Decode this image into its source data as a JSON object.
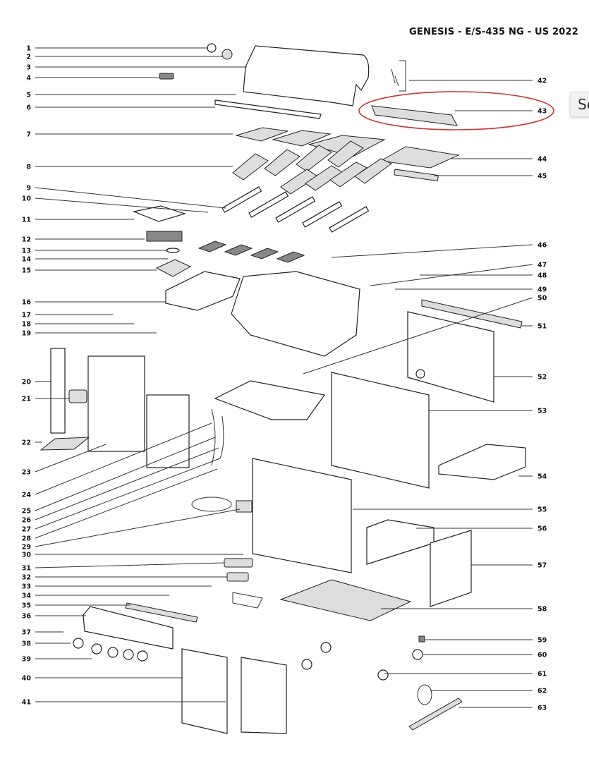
{
  "title": "GENESIS - E/S-435 NG - US 2022",
  "side_button_label": "Sc",
  "highlight_color": "#c8372d",
  "highlighted_part": "43",
  "left_labels": [
    "1",
    "2",
    "3",
    "4",
    "5",
    "6",
    "7",
    "8",
    "9",
    "10",
    "11",
    "12",
    "13",
    "14",
    "15",
    "16",
    "17",
    "18",
    "19",
    "20",
    "21",
    "22",
    "23",
    "24",
    "25",
    "26",
    "27",
    "28",
    "29",
    "30",
    "31",
    "32",
    "33",
    "34",
    "35",
    "36",
    "37",
    "38",
    "39",
    "40",
    "41"
  ],
  "right_labels": [
    "42",
    "43",
    "44",
    "45",
    "46",
    "47",
    "48",
    "49",
    "50",
    "51",
    "52",
    "53",
    "54",
    "55",
    "56",
    "57",
    "58",
    "59",
    "60",
    "61",
    "62",
    "63"
  ]
}
